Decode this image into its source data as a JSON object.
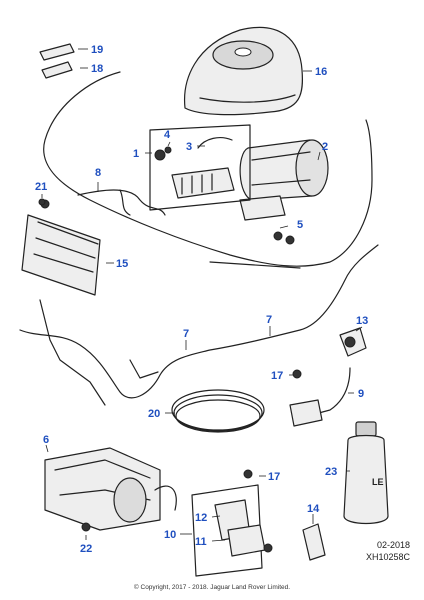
{
  "callouts": {
    "c1": "1",
    "c2": "2",
    "c3": "3",
    "c4": "4",
    "c5": "5",
    "c6": "6",
    "c7a": "7",
    "c7b": "7",
    "c8": "8",
    "c9": "9",
    "c10": "10",
    "c11": "11",
    "c12": "12",
    "c13": "13",
    "c14": "14",
    "c15": "15",
    "c16": "16",
    "c17a": "17",
    "c17b": "17",
    "c18": "18",
    "c19": "19",
    "c20": "20",
    "c21": "21",
    "c22": "22",
    "c23": "23"
  },
  "bottle_label": "LE",
  "date_code": "02-2018",
  "figure_code": "XH10258C",
  "copyright": "© Copyright, 2017 - 2018. Jaguar Land Rover Limited.",
  "colors": {
    "callout": "#1f4fbf",
    "line": "#222222"
  }
}
